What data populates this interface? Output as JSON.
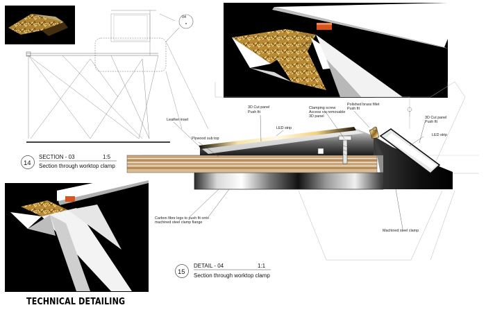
{
  "sheet_title": "TECHNICAL DETAILING",
  "section": {
    "number": "14",
    "title": "SECTION - 03",
    "scale": "1:5",
    "caption": "Section through worktop clamp"
  },
  "detail": {
    "number": "15",
    "title": "DETAIL - 04",
    "scale": "1:1",
    "caption": "Section through worktop clamp"
  },
  "callout_tag": "04",
  "annotations": {
    "leather_inset": "Leather inset",
    "plywood_sub_top": "Plywood sub top",
    "cut_panel_left_1": "3D Cut panel",
    "cut_panel_left_2": "Push fit",
    "led_strip_left": "LED strip",
    "clamping_screw_1": "Clamping screw",
    "clamping_screw_2": "Access via removable",
    "clamping_screw_3": "3D panel",
    "brass_fillet_1": "Polished brass fillet",
    "brass_fillet_2": "Push fit",
    "cut_panel_right_1": "3D Cut panel",
    "cut_panel_right_2": "Push fit",
    "led_strip_right": "LED strip",
    "carbon_legs_1": "Carbon fibre legs to push fit onto",
    "carbon_legs_2": "machined steel clamp flange",
    "steel_clamp": "Machined steel clamp"
  },
  "colors": {
    "render_background": "#000000",
    "brass": "#c9a24a",
    "clamp_block": "#d9531e",
    "plywood": "#c9a57a",
    "steel": "#8a8a8a"
  }
}
